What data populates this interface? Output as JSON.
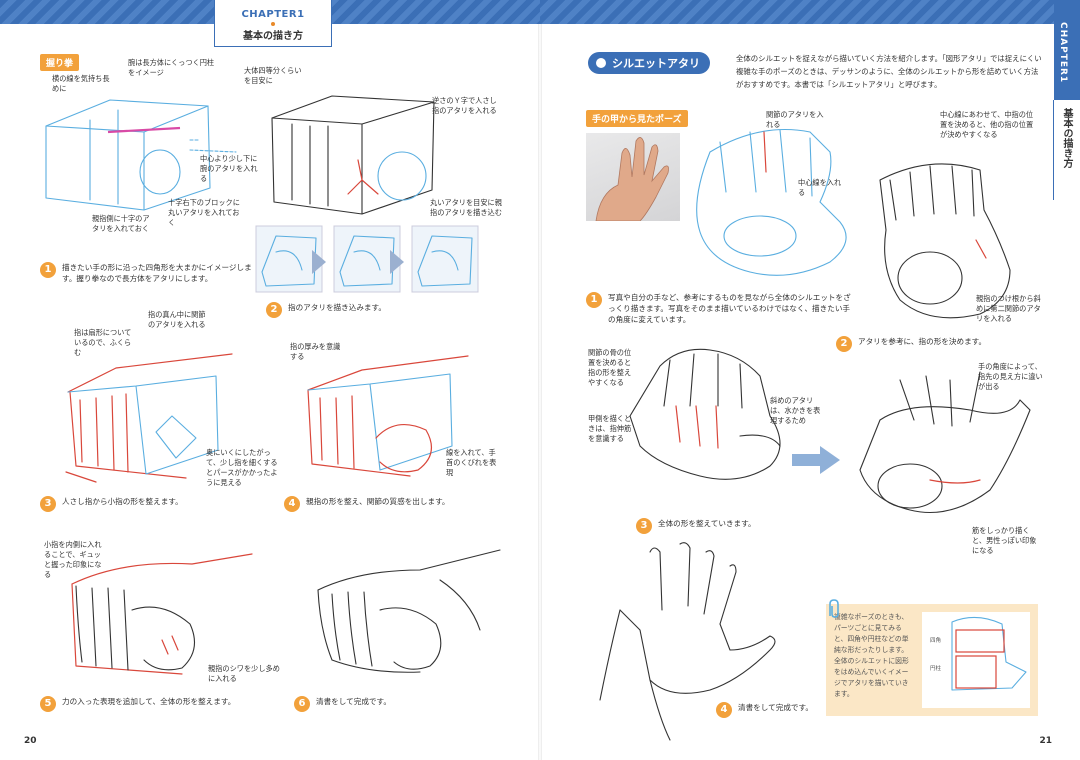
{
  "header": {
    "chapter_left": "CHAPTER1",
    "subtitle_left": "基本の描き方",
    "chapter_right": "CHAPTER1",
    "subtitle_right": "基本の描き方"
  },
  "left_page": {
    "page_number": "20",
    "section_label": "握り拳",
    "notes": {
      "n1": "腕は長方体にくっつく円柱をイメージ",
      "n2": "横の線を気持ち長めに",
      "n3": "大体四等分くらいを目安に",
      "n4": "中心より少し下に腕のアタリを入れる",
      "n5": "親指側に十字のアタリを入れておく",
      "n6": "十字右下のブロックに丸いアタリを入れておく",
      "n7": "逆さのＹ字で人さし指のアタリを入れる",
      "n8": "丸いアタリを目安に親指のアタリを描き込む",
      "n9": "指は扇形についているので、ふくらむ",
      "n10": "指の真ん中に関節のアタリを入れる",
      "n11": "奥にいくにしたがって、少し指を細くするとパースがかかったように見える",
      "n12": "指の厚みを意識する",
      "n13": "線を入れて、手首のくびれを表現",
      "n14": "小指を内側に入れることで、ギュッと握った印象になる",
      "n15": "親指のシワを少し多めに入れる"
    },
    "steps": [
      {
        "num": "1",
        "text": "描きたい手の形に沿った四角形を大まかにイメージします。握り拳なので長方体をアタリにします。"
      },
      {
        "num": "2",
        "text": "指のアタリを描き込みます。"
      },
      {
        "num": "3",
        "text": "人さし指から小指の形を整えます。"
      },
      {
        "num": "4",
        "text": "親指の形を整え、関節の質感を出します。"
      },
      {
        "num": "5",
        "text": "力の入った表現を追加して、全体の形を整えます。"
      },
      {
        "num": "6",
        "text": "清書をして完成です。"
      }
    ]
  },
  "right_page": {
    "page_number": "21",
    "heading": "シルエットアタリ",
    "intro": "全体のシルエットを捉えながら描いていく方法を紹介します。「図形アタリ」では捉えにくい複雑な手のポーズのときは、デッサンのように、全体のシルエットから形を詰めていく方法がおすすめです。本書では「シルエットアタリ」と呼びます。",
    "section_label": "手の甲から見たポーズ",
    "notes": {
      "n1": "関節のアタリを入れる",
      "n2": "中心線を入れる",
      "n3": "中心線にあわせて、中指の位置を決めると、他の指の位置が決めやすくなる",
      "n4": "親指のつけ根から斜めに第二関節のアタリを入れる",
      "n5": "関節の骨の位置を決めると指の形を整えやすくなる",
      "n6": "甲側を描くときは、指伸筋を意識する",
      "n7": "斜めのアタリは、水かきを表現するため",
      "n8": "手の角度によって、指先の見え方に違いが出る",
      "n9": "筋をしっかり描くと、男性っぽい印象になる"
    },
    "steps": [
      {
        "num": "1",
        "text": "写真や自分の手など、参考にするものを見ながら全体のシルエットをざっくり描きます。写真をそのまま描いているわけではなく、描きたい手の角度に変えています。"
      },
      {
        "num": "2",
        "text": "アタリを参考に、指の形を決めます。"
      },
      {
        "num": "3",
        "text": "全体の形を整えていきます。"
      },
      {
        "num": "4",
        "text": "清書をして完成です。"
      }
    ],
    "memo": {
      "text": "複雑なポーズのときも、パーツごとに見てみると、四角や円柱などの単純な形だったりします。全体のシルエットに図形をはめ込んでいくイメージでアタリを描いていきます。",
      "label_a": "四角",
      "label_b": "円柱"
    }
  },
  "colors": {
    "accent_blue": "#3b6fb6",
    "accent_orange": "#f2a13b",
    "sketch_red": "#d9473b",
    "sketch_blue": "#5aaee0",
    "memo_bg": "#fbe7c6"
  }
}
